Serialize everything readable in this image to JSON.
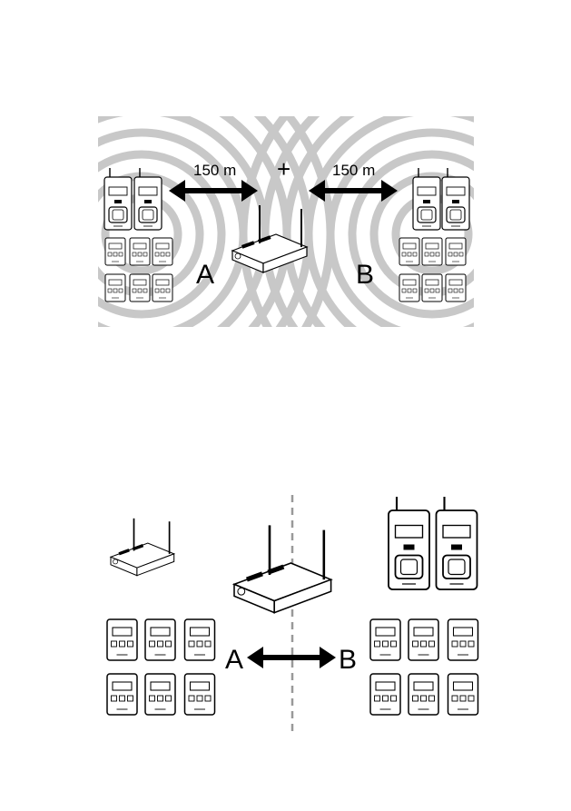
{
  "diagram_top": {
    "distance_left": "150 m",
    "distance_right": "150 m",
    "plus_sign": "+",
    "zone_a": "A",
    "zone_b": "B"
  },
  "diagram_bottom": {
    "zone_a": "A",
    "zone_b": "B"
  },
  "colors": {
    "ring": "#c8c8c8",
    "ink": "#000000",
    "divider": "#999999"
  },
  "icons": [
    "transmitter-device-icon",
    "receiver-device-icon",
    "base-station-icon",
    "double-arrow-icon"
  ]
}
